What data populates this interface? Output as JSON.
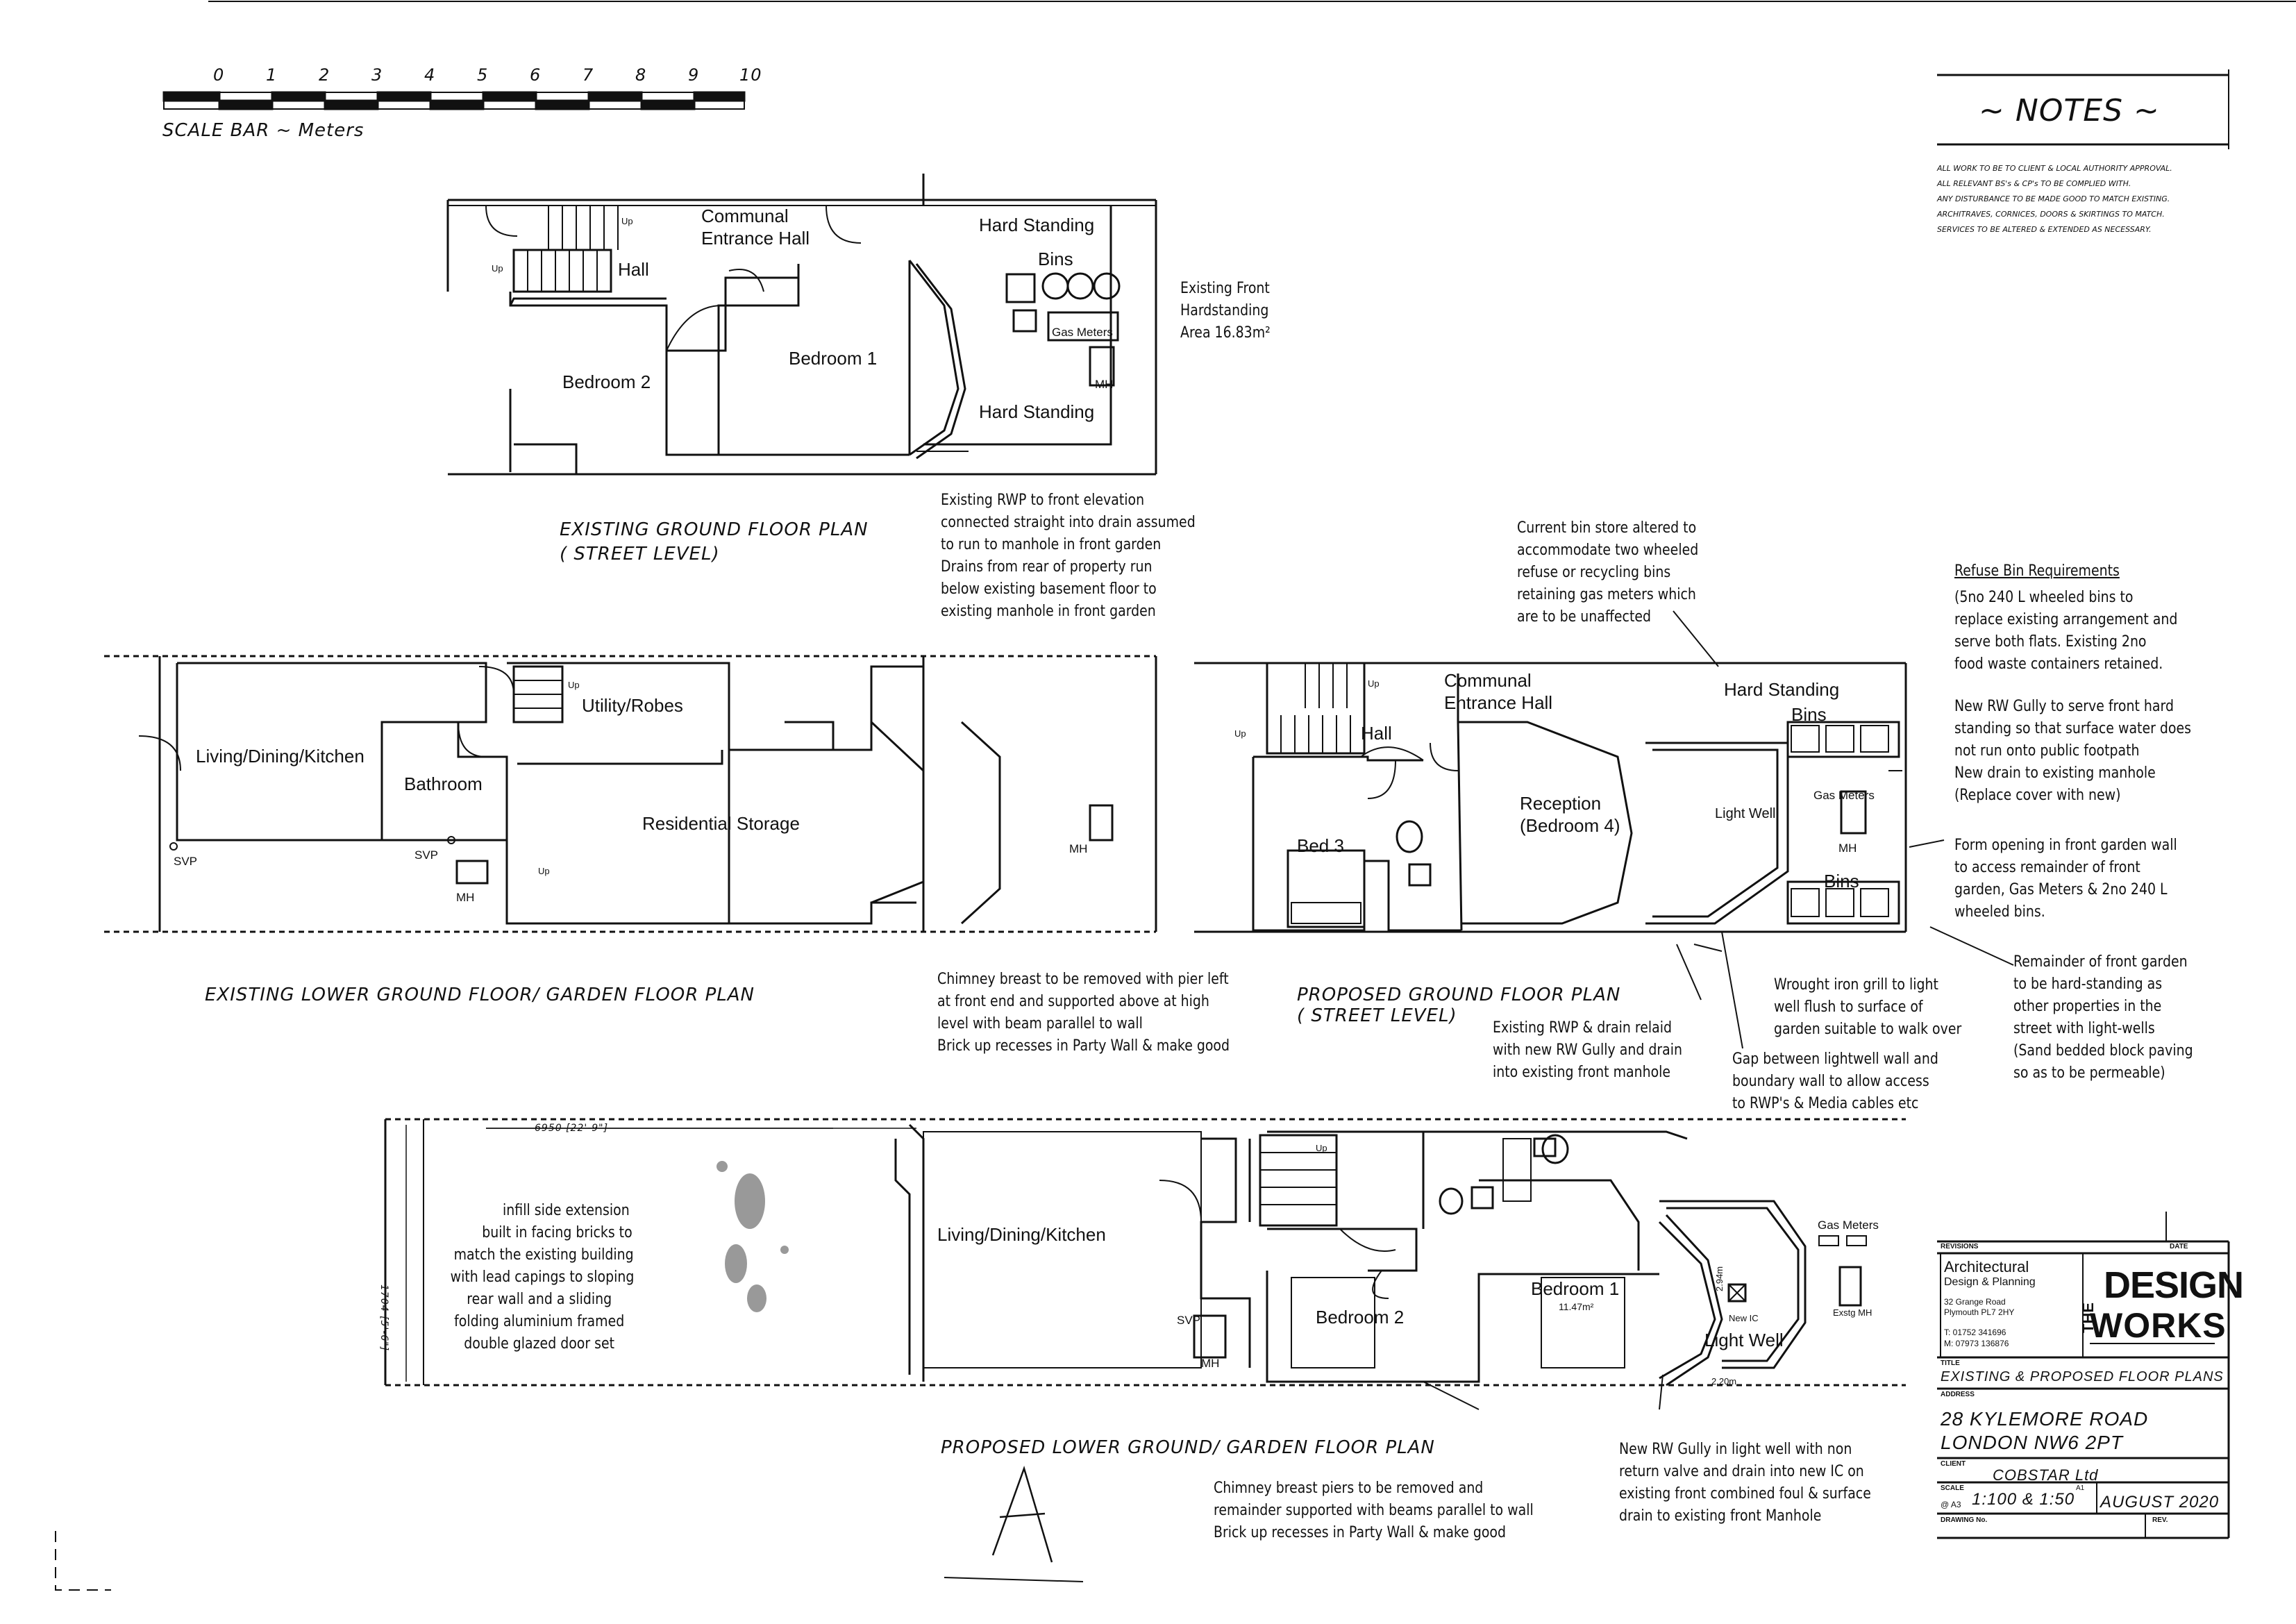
{
  "scale_bar": {
    "ticks": [
      "0",
      "1",
      "2",
      "3",
      "4",
      "5",
      "6",
      "7",
      "8",
      "9",
      "10"
    ],
    "caption": "SCALE BAR ~ Meters"
  },
  "notes": {
    "heading": "~ NOTES ~",
    "lines": [
      "ALL WORK TO BE TO CLIENT & LOCAL AUTHORITY APPROVAL.",
      "ALL RELEVANT BS's & CP's TO BE COMPLIED WITH.",
      "ANY DISTURBANCE TO BE MADE GOOD TO MATCH EXISTING.",
      "ARCHITRAVES, CORNICES, DOORS & SKIRTINGS TO MATCH.",
      "SERVICES TO BE ALTERED & EXTENDED AS NECESSARY."
    ]
  },
  "existing_ground": {
    "title_l1": "EXISTING GROUND FLOOR PLAN",
    "title_l2": "( STREET LEVEL)",
    "rooms": {
      "communal": "Communal",
      "entrance_hall": "Entrance Hall",
      "hall": "Hall",
      "up1": "Up",
      "up2": "Up",
      "bedroom2": "Bedroom 2",
      "bedroom1": "Bedroom 1",
      "hard_standing_top": "Hard Standing",
      "bins": "Bins",
      "gas_meters": "Gas Meters",
      "mh": "MH",
      "hard_standing_bottom": "Hard Standing"
    },
    "front_hardstanding": [
      "Existing Front",
      "Hardstanding",
      "Area 16.83m²"
    ],
    "rwp_note": [
      "Existing RWP to front elevation",
      "connected straight into drain assumed",
      "to run to manhole in front garden",
      "Drains from rear of property run",
      "below existing basement floor to",
      "existing manhole in front garden"
    ]
  },
  "existing_lower": {
    "title": "EXISTING LOWER GROUND FLOOR/ GARDEN FLOOR PLAN",
    "rooms": {
      "living": "Living/Dining/Kitchen",
      "bathroom": "Bathroom",
      "utility": "Utility/Robes",
      "up1": "Up",
      "up2": "Up",
      "residential_storage": "Residential Storage",
      "svp1": "SVP",
      "svp2": "SVP",
      "mh1": "MH",
      "mh2": "MH"
    },
    "chimney_note": [
      "Chimney breast to be removed with pier left",
      "at front end and supported above at high",
      "level with beam parallel to wall",
      "Brick up recesses in Party Wall & make good"
    ]
  },
  "proposed_ground": {
    "title_l1": "PROPOSED GROUND FLOOR PLAN",
    "title_l2": "( STREET LEVEL)",
    "rooms": {
      "communal": "Communal",
      "entrance_hall": "Entrance Hall",
      "hall": "Hall",
      "up1": "Up",
      "up2": "Up",
      "bed3": "Bed 3",
      "reception": "Reception",
      "bedroom4": "(Bedroom 4)",
      "light_well": "Light Well",
      "hard_standing": "Hard Standing",
      "bins_top": "Bins",
      "gas_meters": "Gas Meters",
      "mh": "MH",
      "bins_bottom": "Bins"
    },
    "bin_store_note": [
      "Current bin store altered to",
      "accommodate two wheeled",
      "refuse or recycling bins",
      "retaining gas meters which",
      "are to be unaffected"
    ],
    "refuse_heading": "Refuse Bin Requirements",
    "refuse_note": [
      "(5no 240 L wheeled bins to",
      "replace existing arrangement and",
      "serve both flats. Existing 2no",
      "food waste containers retained."
    ],
    "gully_note": [
      "New RW Gully to serve front hard",
      "standing so that surface water does",
      "not run onto public footpath",
      "New drain to existing manhole",
      "(Replace cover with new)"
    ],
    "opening_note": [
      "Form opening in front garden wall",
      "to access remainder of front",
      "garden, Gas Meters & 2no 240 L",
      "wheeled bins."
    ],
    "remainder_note": [
      "Remainder of front garden",
      "to be hard-standing as",
      "other properties in the",
      "street with light-wells",
      "(Sand bedded block paving",
      "so as to be permeable)"
    ],
    "grill_note": [
      "Wrought iron grill to light",
      "well flush to surface of",
      "garden suitable to walk over"
    ],
    "rwp_relaid_note": [
      "Existing RWP & drain relaid",
      "with new RW Gully and drain",
      "into existing front manhole"
    ],
    "gap_note": [
      "Gap between lightwell wall and",
      "boundary wall to allow access",
      "to RWP's & Media cables etc"
    ]
  },
  "proposed_lower": {
    "title": "PROPOSED LOWER GROUND/ GARDEN FLOOR PLAN",
    "dim_top": "6950 [22'-9\"]",
    "dim_side": "1704 [5'-6\"]",
    "infill_note": [
      "infill side extension",
      "built in facing bricks to",
      "match the existing building",
      "with lead capings to sloping",
      "rear wall and a sliding",
      "folding aluminium framed",
      "double glazed door set"
    ],
    "rooms": {
      "living": "Living/Dining/Kitchen",
      "up": "Up",
      "svp": "SVP",
      "mh": "MH",
      "bedroom2": "Bedroom 2",
      "bedroom1": "Bedroom 1",
      "bedroom1_area": "11.47m²",
      "light_well": "Light Well",
      "new_ic": "New IC",
      "gas_meters": "Gas Meters",
      "exstg_mh": "Exstg MH",
      "dim_lightwell": "2.20m",
      "dim_lightwell_v": "2.94m"
    },
    "chimney_note": [
      "Chimney breast piers to be removed and",
      "remainder supported with beams parallel to wall",
      "Brick up recesses in Party Wall & make good"
    ],
    "gully_note": [
      "New RW Gully in light well with non",
      "return valve and drain into new IC on",
      "existing front combined foul & surface",
      "drain to existing front Manhole"
    ],
    "revision_mark": "A"
  },
  "title_block": {
    "revisions": "REVISIONS",
    "date_label": "DATE",
    "firm_l1": "Architectural",
    "firm_l2": "Design & Planning",
    "addr_l1": "32 Grange Road",
    "addr_l2": "Plymouth PL7 2HY",
    "tel": "T: 01752 341696",
    "mob": "M: 07973 136876",
    "brand_the": "THE",
    "brand_design": "DESIGN",
    "brand_works": "WORKS",
    "title_label": "TITLE",
    "title": "EXISTING & PROPOSED FLOOR PLANS",
    "address_label": "ADDRESS",
    "address_l1": "28 KYLEMORE ROAD",
    "address_l2": "LONDON NW6 2PT",
    "client_label": "CLIENT",
    "client": "COBSTAR Ltd",
    "scale_label": "SCALE",
    "scale": "1:100 & 1:50",
    "sheet": "@ A3",
    "paper": "A1",
    "date": "AUGUST 2020",
    "drawing_label": "DRAWING No.",
    "rev_label": "REV."
  }
}
